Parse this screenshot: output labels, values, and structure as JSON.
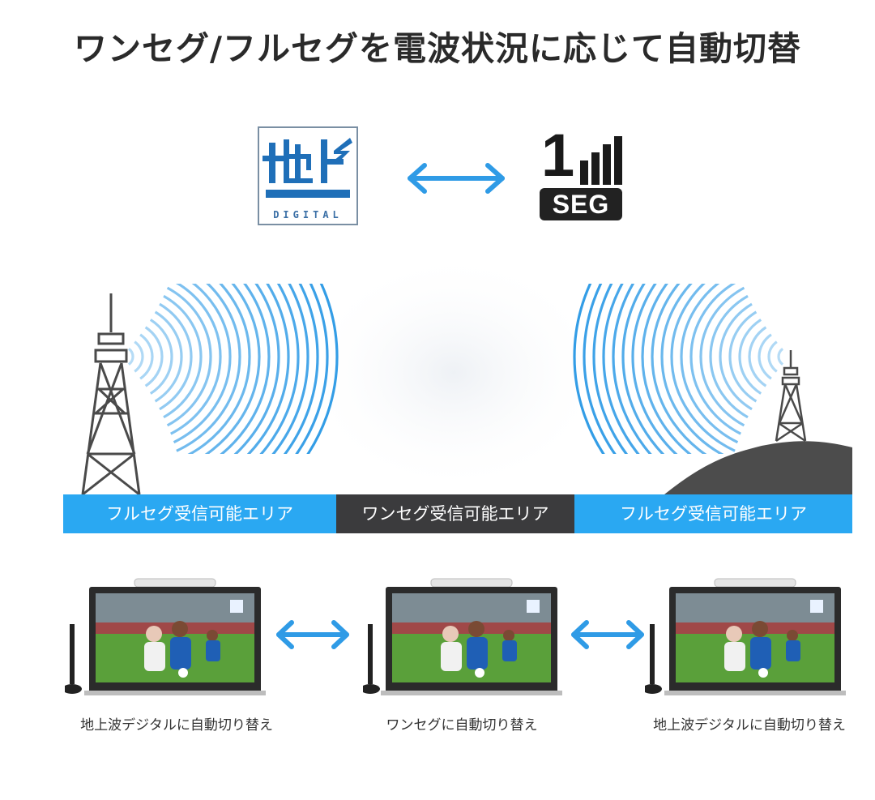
{
  "title": "ワンセグ/フルセグを電波状況に応じて自動切替",
  "logos": {
    "digital_word": "DIGITAL",
    "seg_number": "1",
    "seg_word": "SEG"
  },
  "areas": [
    {
      "label": "フルセグ受信可能エリア",
      "color": "#2aa8f2"
    },
    {
      "label": "ワンセグ受信可能エリア",
      "color": "#3b3b3d"
    },
    {
      "label": "フルセグ受信可能エリア",
      "color": "#2aa8f2"
    }
  ],
  "captions": [
    "地上波デジタルに自動切り替え",
    "ワンセグに自動切り替え",
    "地上波デジタルに自動切り替え"
  ],
  "colors": {
    "accent": "#2aa8f2",
    "dark": "#3b3b3d",
    "arrow": "#2f9be6"
  },
  "icons": [
    "chideji-digital-logo",
    "one-seg-logo",
    "double-arrow-icon",
    "broadcast-tower-icon",
    "tv-antenna-icon"
  ]
}
